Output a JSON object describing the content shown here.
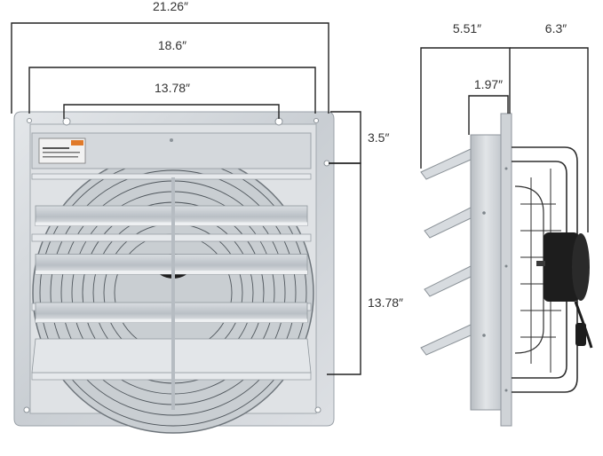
{
  "colors": {
    "background": "#ffffff",
    "dimension_line": "#222222",
    "dimension_text": "#333333",
    "frame_metal": "#cfd3d8",
    "shutter_blade": "#c3c8ce",
    "fan_guard": "#333333",
    "motor": "#1a1a1a"
  },
  "front_view": {
    "dim_overall_width": "21.26″",
    "dim_flange_width": "18.6″",
    "dim_hole_spacing": "13.78″",
    "dim_top_offset": "3.5″",
    "dim_vertical_spacing": "13.78″",
    "shutter_blade_count": 4,
    "icons": [
      "fan-grille-icon",
      "shutter-blade-icon",
      "warning-label-icon"
    ]
  },
  "side_view": {
    "dim_total_depth": "5.51″",
    "dim_guard_depth": "6.3″",
    "dim_shutter_depth": "1.97″",
    "open_blade_count": 4,
    "icons": [
      "motor-icon",
      "fan-guard-icon",
      "open-shutter-blade-icon"
    ]
  }
}
